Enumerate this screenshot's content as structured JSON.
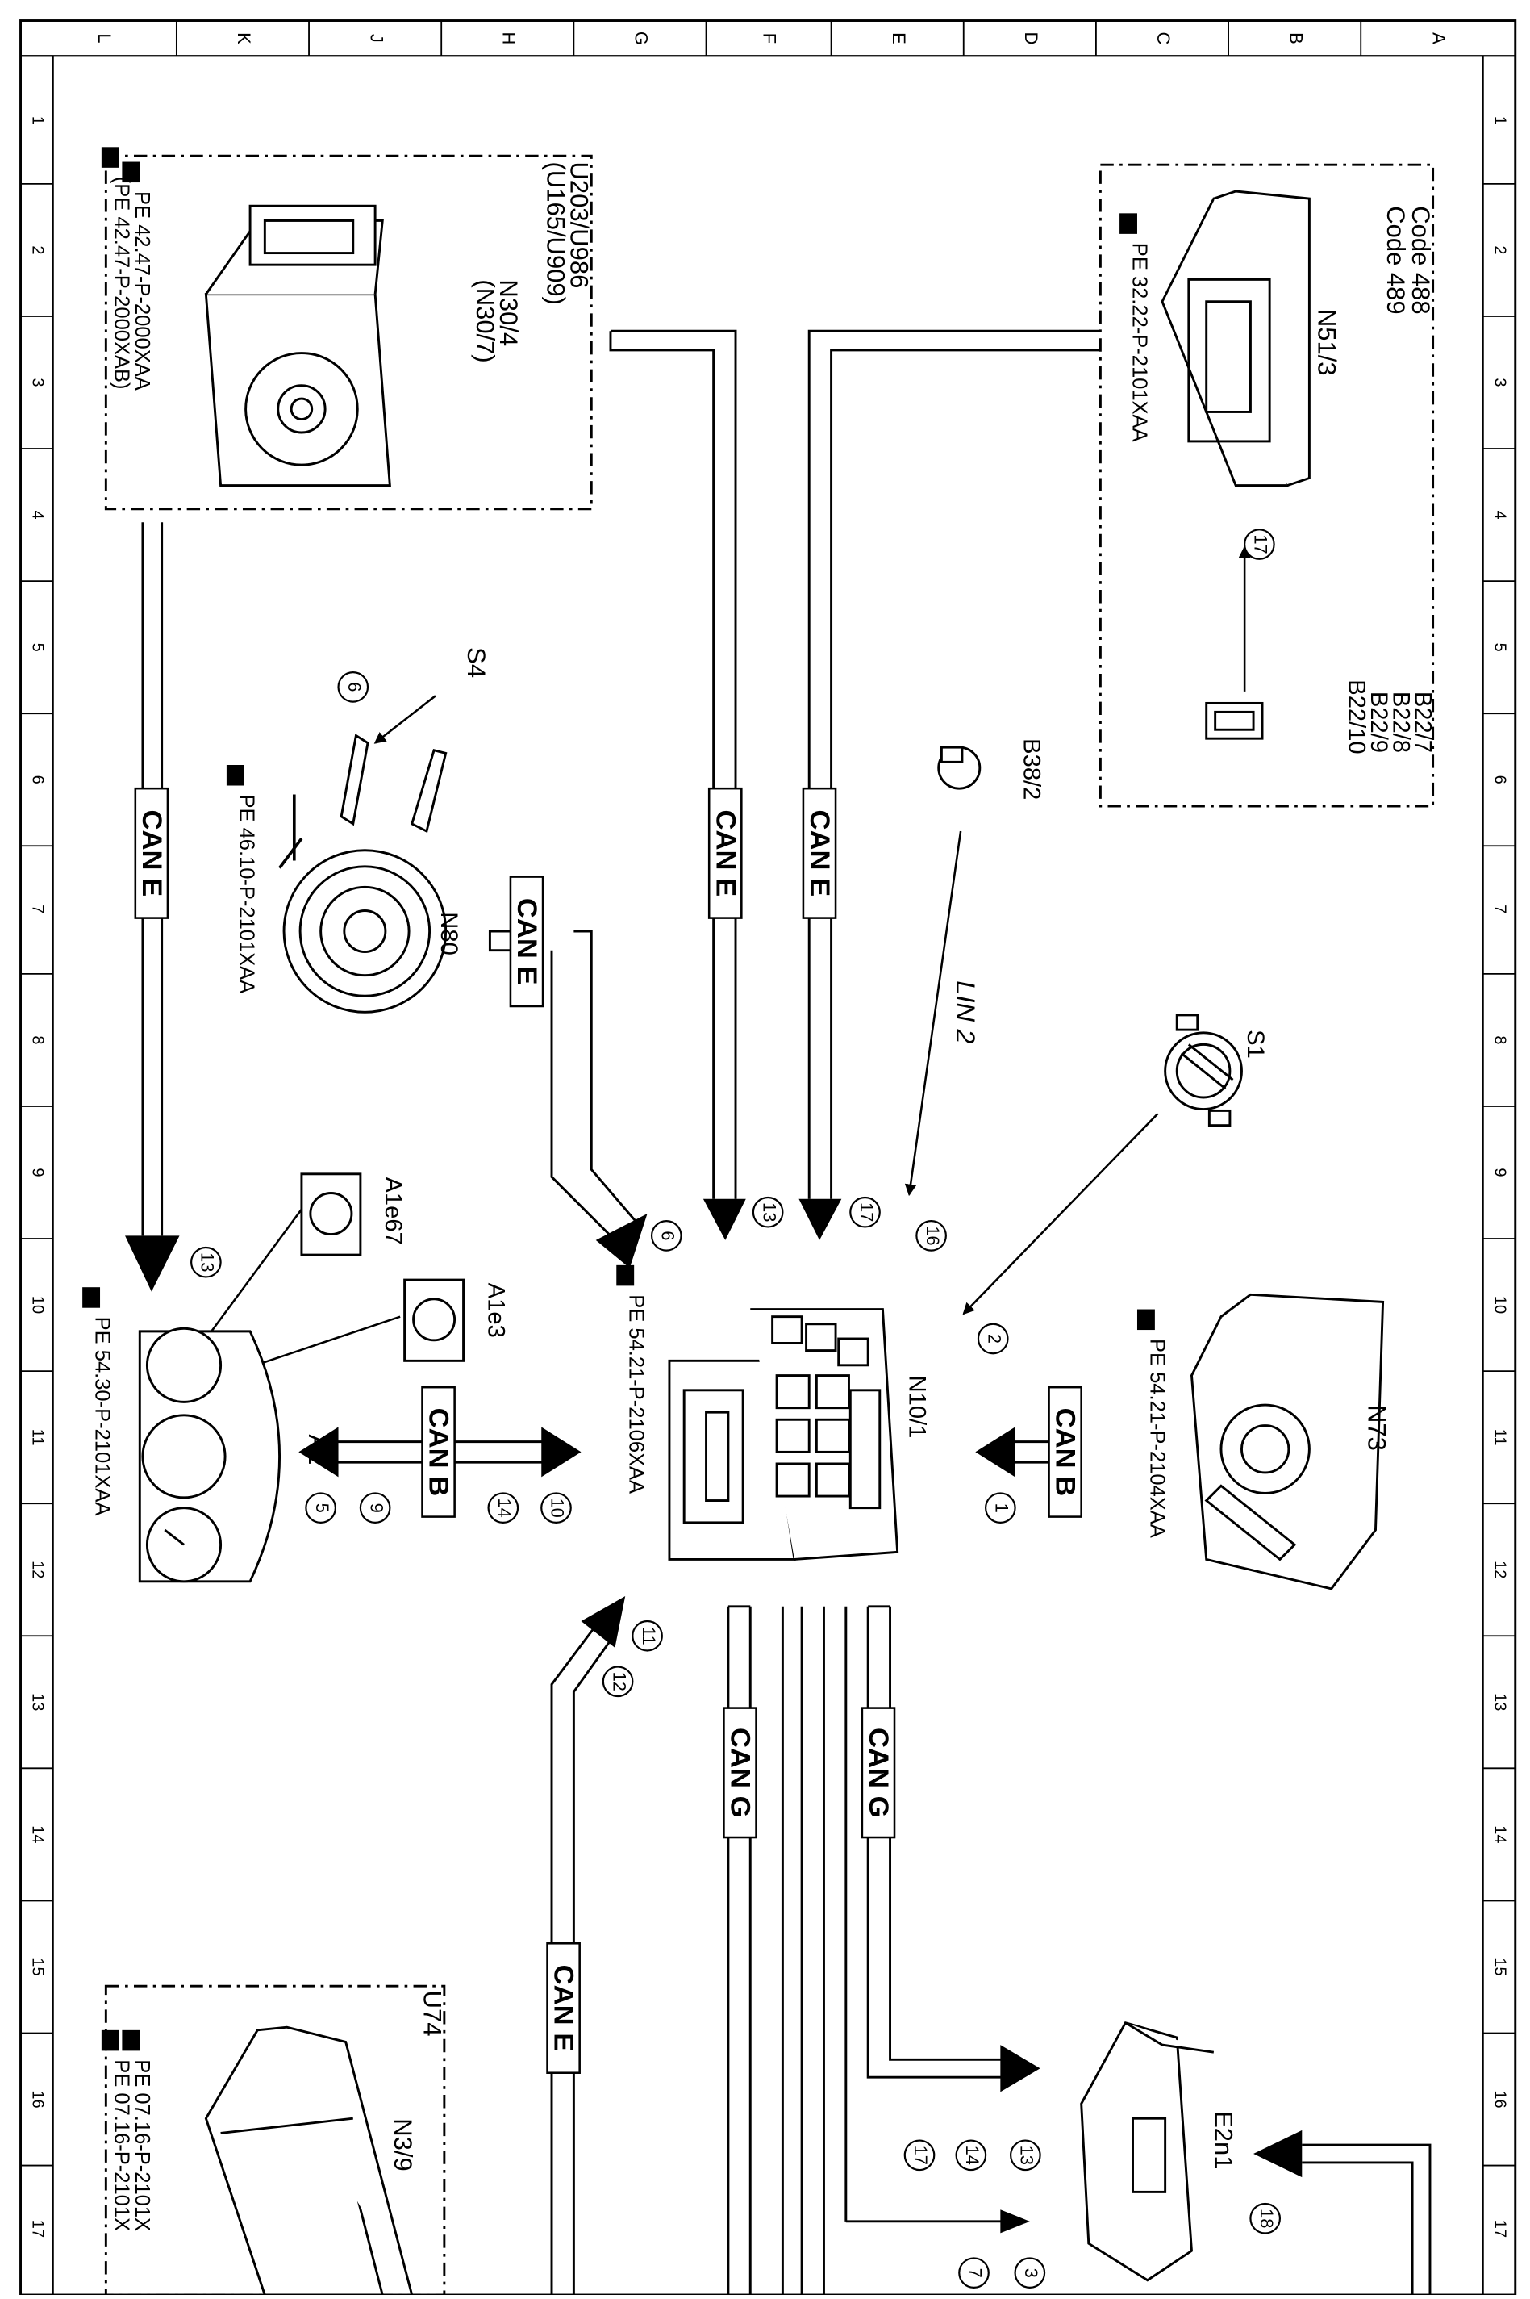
{
  "frame": {
    "col_letters": [
      "L",
      "K",
      "J",
      "H",
      "G",
      "F",
      "E",
      "D",
      "C",
      "B",
      "A"
    ],
    "row_numbers": [
      "1",
      "2",
      "3",
      "4",
      "5",
      "6",
      "7",
      "8",
      "9",
      "10",
      "11",
      "12",
      "13",
      "14",
      "15",
      "16",
      "17"
    ]
  },
  "components": {
    "n51_3": {
      "label": "N51/3",
      "code1": "Code 488",
      "code2": "Code 489",
      "ref": "PE 32.22-P-2101XAA"
    },
    "b22": {
      "l1": "B22/7",
      "l2": "B22/8",
      "l3": "B22/9",
      "l4": "B22/10"
    },
    "n30_4": {
      "l1": "U203/U986",
      "l2": "(U165/U909)",
      "l3": "N30/4",
      "l4": "(N30/7)",
      "ref1": "PE 42.47-P-2000XAA",
      "ref2": "(PE 42.47-P-2000XAB)"
    },
    "b38_2": {
      "label": "B38/2"
    },
    "s4": {
      "label": "S4"
    },
    "n80": {
      "label": "N80",
      "ref": "PE 46.10-P-2101XAA"
    },
    "s1": {
      "label": "S1"
    },
    "n10_1": {
      "label": "N10/1",
      "ref": "PE 54.21-P-2106XAA"
    },
    "n73": {
      "label": "N73",
      "ref": "PE 54.21-P-2104XAA"
    },
    "a1": {
      "label": "A1",
      "ref": "PE 54.30-P-2101XAA"
    },
    "a1e67": {
      "label": "A1e67"
    },
    "a1e3": {
      "label": "A1e3"
    },
    "n3_9": {
      "label": "N3/9",
      "ref1": "PE 07.16-P-2101X",
      "ref2": "PE 07.16-P-2101X",
      "code": "U74"
    },
    "e2n1": {
      "label": "E2n1"
    }
  },
  "buses": {
    "can_e": "CAN E",
    "can_b": "CAN B",
    "can_g": "CAN G",
    "lin_2": "LIN 2"
  },
  "callouts": {
    "n1": "1",
    "n2": "2",
    "n3": "3",
    "n5": "5",
    "n6": "6",
    "n7": "7",
    "n9": "9",
    "n10": "10",
    "n11": "11",
    "n12": "12",
    "n13": "13",
    "n14": "14",
    "n16": "16",
    "n17": "17",
    "n18": "18"
  }
}
